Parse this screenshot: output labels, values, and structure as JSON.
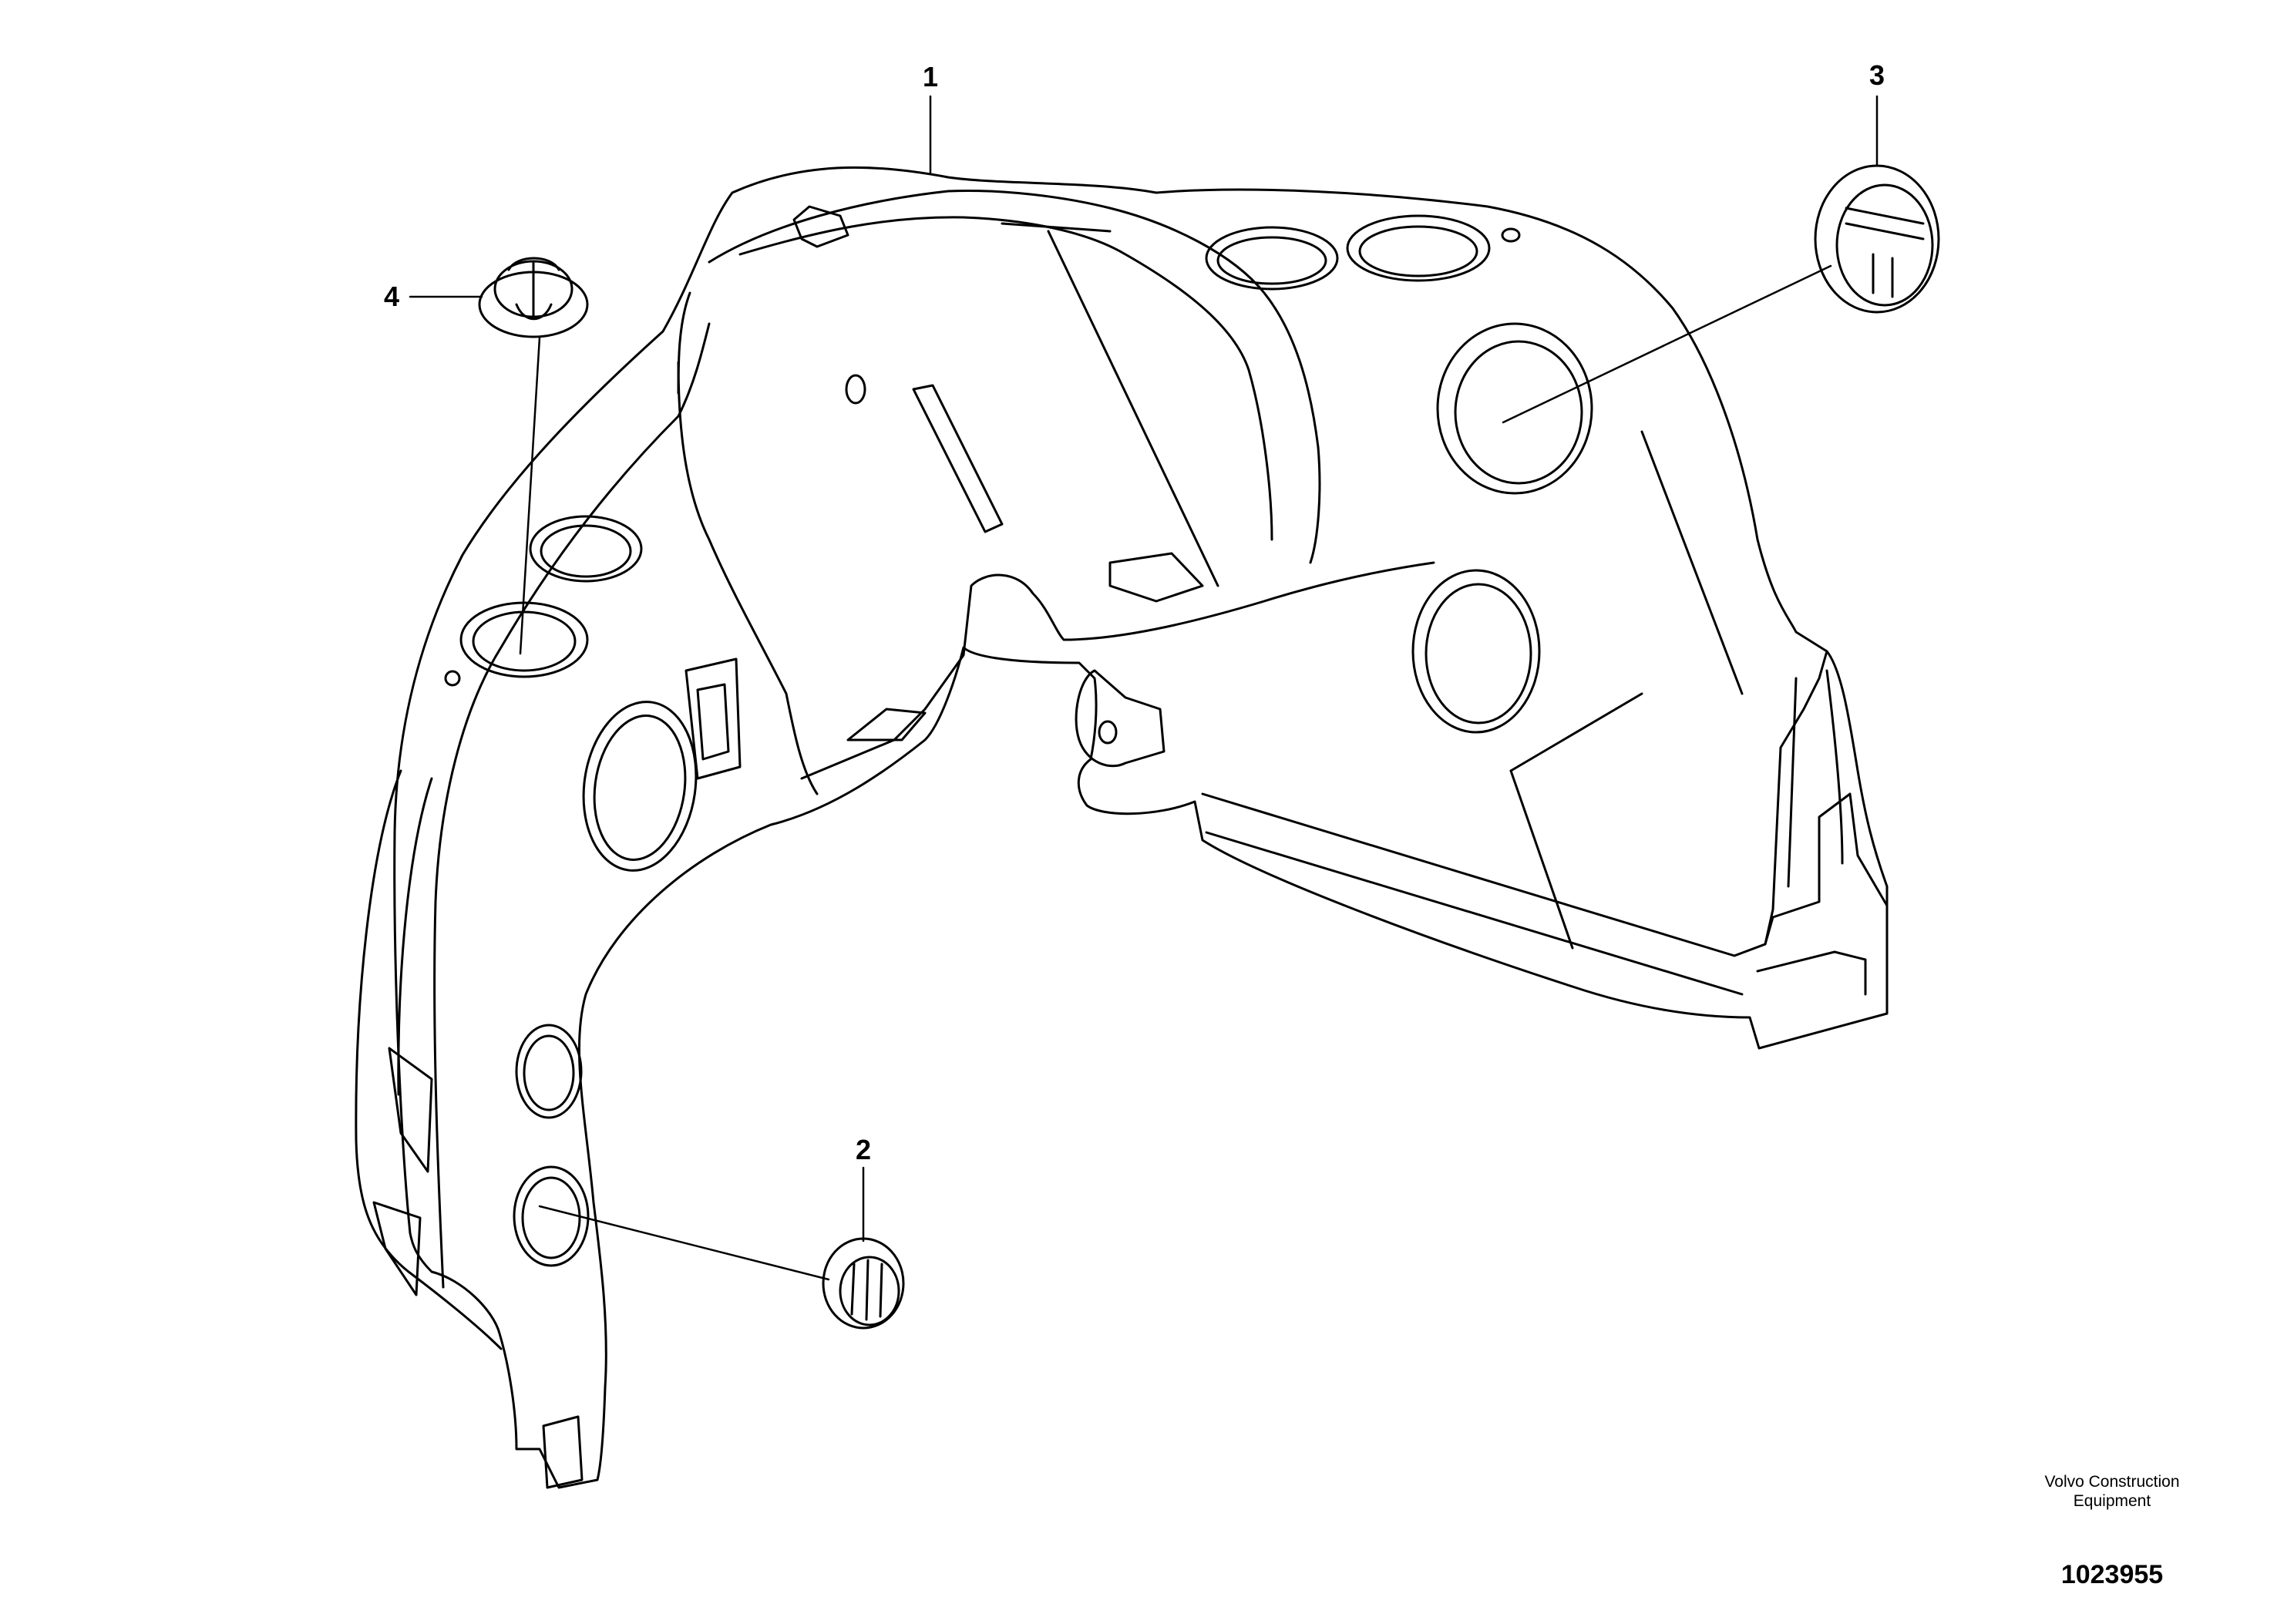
{
  "callouts": {
    "c1": "1",
    "c2": "2",
    "c3": "3",
    "c4": "4"
  },
  "footer": {
    "maker_line1": "Volvo Construction",
    "maker_line2": "Equipment",
    "drawing_number": "1023955"
  },
  "colors": {
    "line": "#000000",
    "background": "#ffffff"
  }
}
